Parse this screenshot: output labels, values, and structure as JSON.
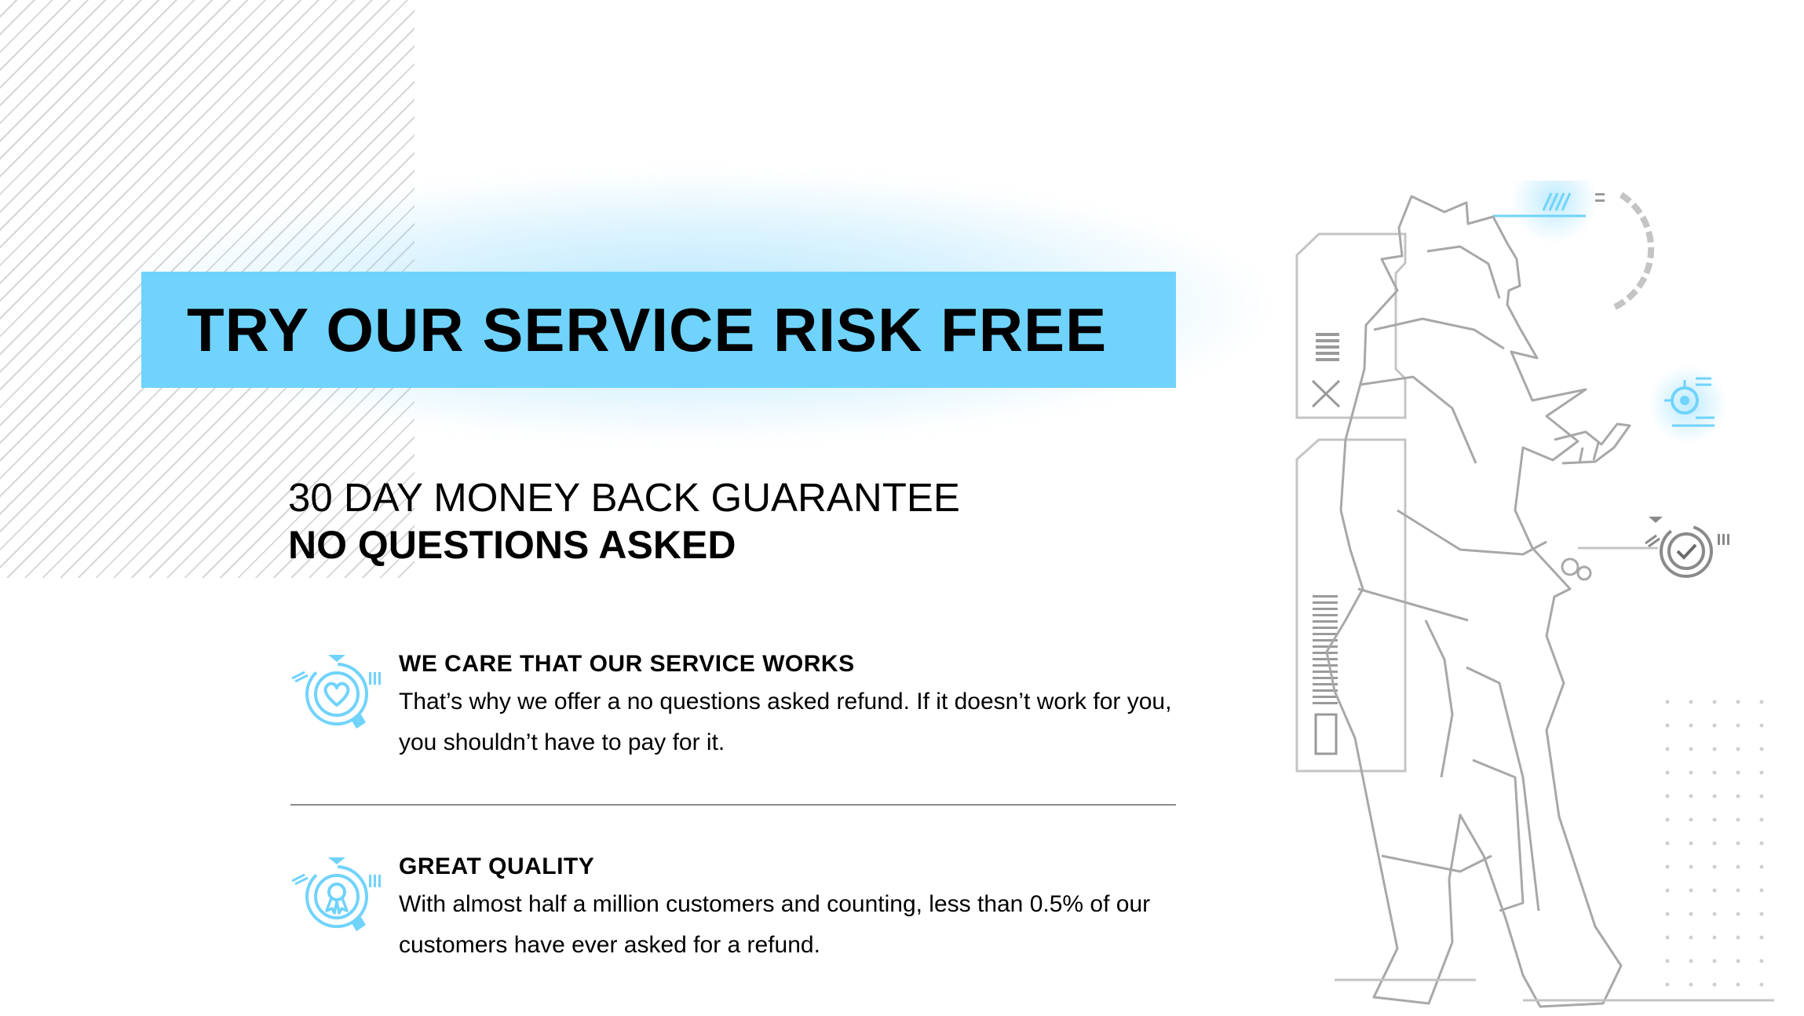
{
  "banner": {
    "title": "TRY OUR SERVICE RISK FREE"
  },
  "guarantee": {
    "line1": "30 DAY MONEY BACK GUARANTEE",
    "line2": "NO QUESTIONS ASKED"
  },
  "features": [
    {
      "icon": "heart-badge-icon",
      "title": "WE CARE THAT OUR SERVICE WORKS",
      "desc": "That’s why we offer a no questions asked refund.  If it doesn’t work for you, you shouldn’t have to pay for it."
    },
    {
      "icon": "award-ribbon-icon",
      "title": "GREAT QUALITY",
      "desc": "With almost half a million customers and counting, less than 0.5% of our customers have ever asked for a refund."
    }
  ],
  "colors": {
    "accent": "#70d3fc",
    "text": "#000000",
    "line": "#8a8a8a",
    "sketch": "#b8b8b8"
  },
  "illustration": {
    "icons": [
      "character-illustration",
      "target-icon",
      "check-badge-icon",
      "panel-x-icon"
    ]
  }
}
